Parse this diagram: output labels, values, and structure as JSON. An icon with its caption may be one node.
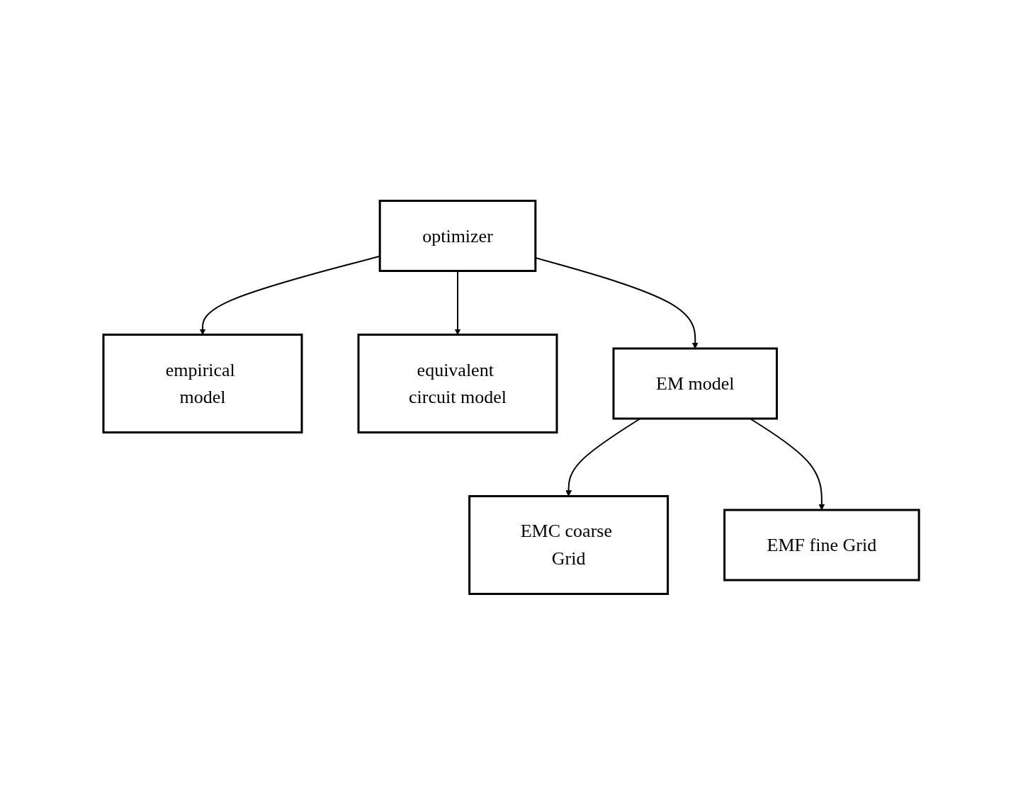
{
  "diagram": {
    "nodes": [
      {
        "text": [
          "optimizer"
        ]
      },
      {
        "text": [
          "empirical model"
        ]
      },
      {
        "text": [
          "equivalent circuit model"
        ]
      },
      {
        "text": [
          "EM model"
        ]
      },
      {
        "text": [
          "EMC coarse Grid"
        ]
      },
      {
        "text": [
          "EMF fine Grid"
        ]
      }
    ],
    "edges": [
      {
        "from": 0,
        "to": 1,
        "arrow": "to"
      },
      {
        "from": 0,
        "to": 2,
        "arrow": "to"
      },
      {
        "from": 0,
        "to": 3,
        "arrow": "to"
      },
      {
        "from": 3,
        "to": 4,
        "arrow": "to"
      },
      {
        "from": 3,
        "to": 5,
        "arrow": "to"
      }
    ]
  }
}
